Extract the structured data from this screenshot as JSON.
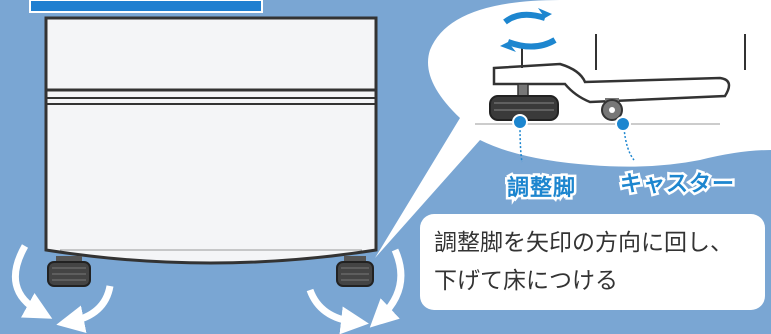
{
  "labels": {
    "adjuster_foot": "調整脚",
    "caster": "キャスター"
  },
  "instruction": {
    "line1": "調整脚を矢印の方向に回し、",
    "line2": "下げて床につける"
  },
  "colors": {
    "background": "#7aa6d3",
    "arrow_blue": "#1d86cf",
    "header_tab": "#1f7fd0",
    "text": "#333333"
  },
  "icons": [
    "rotation-arrow-icon",
    "pointer-pin-icon"
  ]
}
